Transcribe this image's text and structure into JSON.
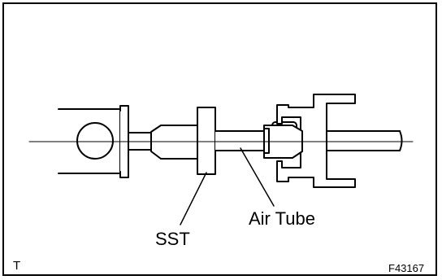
{
  "labels": {
    "sst": "SST",
    "air_tube": "Air Tube"
  },
  "corner": {
    "left_code": "T",
    "figure_id": "F43167"
  },
  "colors": {
    "line": "#000000",
    "background": "#ffffff"
  }
}
